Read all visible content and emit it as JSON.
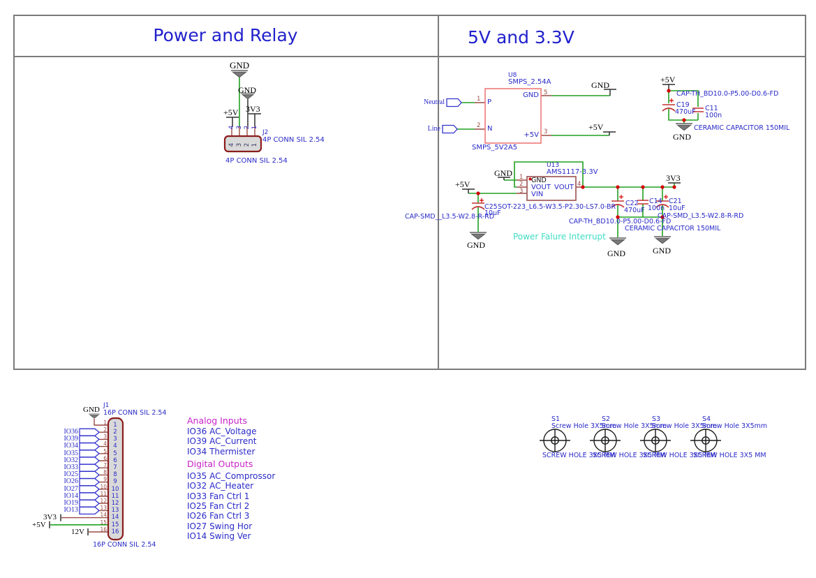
{
  "frame": {
    "title_left": "Power and Relay",
    "title_right": "5V and 3.3V"
  },
  "j2": {
    "ref": "J2",
    "footprint": "4P CONN SIL 2.54",
    "footprint_below": "4P CONN SIL 2.54",
    "pins": [
      "4",
      "3",
      "2",
      "1"
    ],
    "net_gnd_top": "GND",
    "net_gnd_2": "GND",
    "net_5v": "+5V",
    "net_3v3": "3V3"
  },
  "u8": {
    "ref": "U8",
    "value": "SMPS_2.54A",
    "subtitle": "SMPS_5V2A5",
    "port_neutral": "Neutral",
    "port_line": "Line",
    "pin_p_name": "P",
    "pin_n_name": "N",
    "pin_gnd_name": "GND",
    "pin_5v_name": "+5V",
    "num_pin1": "1",
    "num_pin2": "2",
    "num_pin5": "5",
    "num_pin3": "3",
    "flag_gnd": "GND",
    "flag_5v": "+5V"
  },
  "input_caps": {
    "flag_5v": "+5V",
    "flag_gnd": "GND",
    "c19_ref": "C19",
    "c19_val": "470uF",
    "c11_ref": "C11",
    "c11_val": "100n",
    "footprint": "CAP-TH_BD10.0-P5.00-D0.6-FD",
    "note": "CERAMIC CAPACITOR 150MIL"
  },
  "u13": {
    "ref": "U13",
    "value": "AMS1117-3.3V",
    "footprint": "SOT-223_L6.5-W3.5-P2.30-LS7.0-BR",
    "num_pin1": "1",
    "num_pin2": "2",
    "num_pin3": "3",
    "num_pin4": "4",
    "name_gnd": "GND",
    "name_vout": "VOUT",
    "name_vin": "VIN",
    "name_vout_r": "VOUT",
    "flag_gnd": "GND",
    "flag_5v": "+5V",
    "flag_3v3": "3V3",
    "c25_ref": "C25",
    "c25_val": "10uF",
    "c25_footprint": "CAP-SMD__L3.5-W2.8-R-RD",
    "c25_gnd": "GND",
    "c22_ref": "C22",
    "c22_val": "470uF",
    "c14_ref": "C14",
    "c14_val": "100n",
    "c21_ref": "C21",
    "c21_val": "10uF",
    "smd_footprint": "CAP-SMD_L3.5-W2.8-R-RD",
    "th_footprint": "CAP-TH_BD10.0-P5.00-D0.6-FD",
    "ceramic_note": "CERAMIC CAPACITOR 150MIL",
    "gnd_left": "GND",
    "gnd_right": "GND",
    "note": "Power Falure Interrupt"
  },
  "j1": {
    "ref": "J1",
    "footprint": "16P CONN SIL 2.54",
    "footprint_below": "16P CONN SIL 2.54",
    "net_gnd": "GND",
    "net_3v3": "3V3",
    "net_5v": "+5V",
    "net_12v": "12V",
    "pin_numbers": [
      "1",
      "2",
      "3",
      "4",
      "5",
      "6",
      "7",
      "8",
      "9",
      "10",
      "11",
      "12",
      "13",
      "14",
      "15",
      "16"
    ],
    "ports": [
      "IO36",
      "IO39",
      "IO34",
      "IO35",
      "IO32",
      "IO33",
      "IO25",
      "IO26",
      "IO27",
      "IO14",
      "IO19",
      "IO13"
    ]
  },
  "annotations": {
    "analog_title": "Analog Inputs",
    "analog_items": [
      "IO36 AC_Voltage",
      "IO39 AC_Current",
      "IO34 Thermister"
    ],
    "digital_title": "Digital Outputs",
    "digital_items": [
      "IO35 AC_Comprossor",
      "IO32 AC_Heater",
      "IO33 Fan Ctrl 1",
      "IO25 Fan Ctrl 2",
      "IO26 Fan Ctrl 3",
      "IO27 Swing Hor",
      "IO14 Swing Ver"
    ]
  },
  "screw_holes": [
    {
      "ref": "S1",
      "label": "Screw Hole 3X5mm",
      "label_below": "SCREW HOLE 3X5 MM"
    },
    {
      "ref": "S2",
      "label": "Screw Hole 3X5mm",
      "label_below": "SCREW HOLE 3X5 MM"
    },
    {
      "ref": "S3",
      "label": "Screw Hole 3X5mm",
      "label_below": "SCREW HOLE 3X5 MM"
    },
    {
      "ref": "S4",
      "label": "Screw Hole 3X5mm",
      "label_below": "SCREW HOLE 3X5 MM"
    }
  ],
  "colors": {
    "wire_green": "#21a121",
    "pin_red": "#9a4a42",
    "capacitor_red": "#c03030",
    "label_blue": "#2929c8",
    "net_text": "#000000",
    "section_title": "#2121cc",
    "heading_magenta": "#c822c8",
    "note_aqua": "#3fdcc4",
    "junction_red": "#d40000",
    "connector_fill": "#d9d9d9",
    "connector_border": "#8b1c1c",
    "ic_border_light": "#f08080",
    "ic_border_dark": "#a05a5a"
  }
}
